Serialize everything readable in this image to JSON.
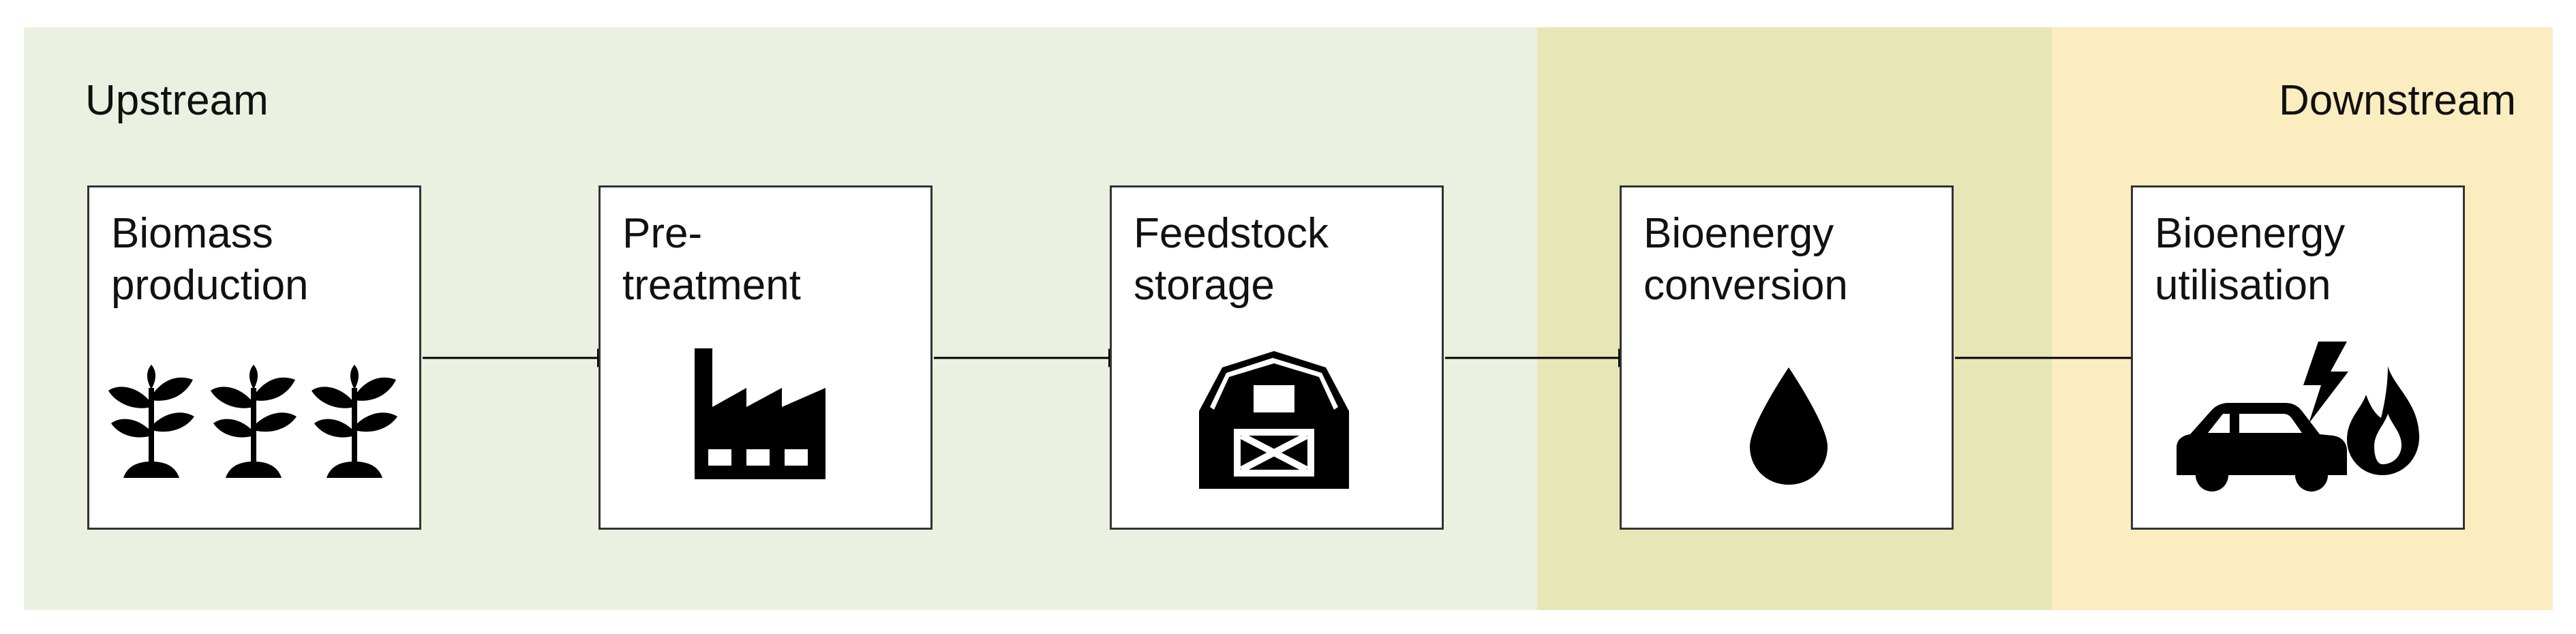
{
  "regions": {
    "upstream_label": "Upstream",
    "downstream_label": "Downstream"
  },
  "colors": {
    "upstream_band": "#ebf1e0",
    "middle_band": "#e7e6b7",
    "downstream_band": "#fbedc0",
    "box_border": "#333333",
    "icon": "#000000"
  },
  "steps": [
    {
      "label": "Biomass\nproduction",
      "icon": "seedling-icon"
    },
    {
      "label": "Pre-\ntreatment",
      "icon": "factory-icon"
    },
    {
      "label": "Feedstock\nstorage",
      "icon": "barn-icon"
    },
    {
      "label": "Bioenergy\nconversion",
      "icon": "droplet-icon"
    },
    {
      "label": "Bioenergy\nutilisation",
      "icon": "car-lightning-flame-icon"
    }
  ]
}
